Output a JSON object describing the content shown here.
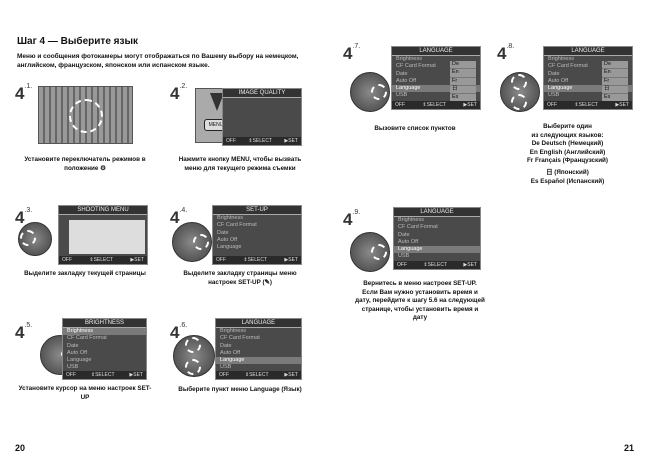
{
  "heading": "Шаг 4 — Выберите язык",
  "intro": "Меню и сообщения фотокамеры могут отображаться по Вашему выбору на немецком, английском, французском, японском или испанском языке.",
  "steps": {
    "s1": {
      "num": "4",
      "sub": ".1.",
      "caption": "Установите переключатель режимов в положение ⚙"
    },
    "s2": {
      "num": "4",
      "sub": ".2.",
      "caption": "Нажмите кнопку MENU, чтобы вызвать меню для текущего режима съемки",
      "button": "MENU",
      "screen_title": "IMAGE QUALITY"
    },
    "s3": {
      "num": "4",
      "sub": ".3.",
      "caption": "Выделите закладку текущей страницы",
      "screen_title": "SHOOTING MENU"
    },
    "s4": {
      "num": "4",
      "sub": ".4.",
      "caption": "Выделите закладку страницы меню настроек SET-UP (✎)",
      "screen_title": "SET-UP",
      "items": [
        "Brightness",
        "CF Card Format",
        "Date",
        "Auto Off",
        "Language",
        "USB"
      ]
    },
    "s5": {
      "num": "4",
      "sub": ".5.",
      "caption": "Установите курсор на меню настроек SET-UP",
      "screen_title": "BRIGHTNESS",
      "items": [
        "Brightness",
        "CF Card Format",
        "Date",
        "Auto Off",
        "Language",
        "USB"
      ]
    },
    "s6": {
      "num": "4",
      "sub": ".6.",
      "caption": "Выберите пункт меню Language (Язык)",
      "screen_title": "LANGUAGE",
      "items": [
        "Brightness",
        "CF Card Format",
        "Date",
        "Auto Off",
        "Language",
        "USB"
      ]
    },
    "s7": {
      "num": "4",
      "sub": ".7.",
      "caption": "Вызовите список пунктов",
      "screen_title": "LANGUAGE",
      "items": [
        "Brightness",
        "CF Card Format",
        "Date",
        "Auto Off",
        "Language",
        "USB"
      ],
      "options": [
        "De",
        "En",
        "Fr",
        "日",
        "Es"
      ]
    },
    "s8": {
      "num": "4",
      "sub": ".8.",
      "caption_lines": [
        "Выберите один",
        "из следующих языков:",
        "De Deutsch (Немецкий)",
        "En English (Английский)",
        "Fr Français (Французский)",
        "日 (Японский)",
        "Es Español (Испанский)"
      ],
      "screen_title": "LANGUAGE",
      "items": [
        "Brightness",
        "CF Card Format",
        "Date",
        "Auto Off",
        "Language",
        "USB"
      ],
      "options": [
        "De",
        "En",
        "Fr",
        "日",
        "Es"
      ]
    },
    "s9": {
      "num": "4",
      "sub": ".9.",
      "caption": "Вернитесь в меню настроек SET-UP. Если Вам нужно установить время и дату, перейдите к шагу 5.6 на следующей странице, чтобы установить время и дату",
      "screen_title": "LANGUAGE",
      "items": [
        "Brightness",
        "CF Card Format",
        "Date",
        "Auto Off",
        "Language",
        "USB"
      ]
    }
  },
  "footer": {
    "off": "OFF",
    "select": "⇕SELECT",
    "set": "▶SET"
  },
  "pages": {
    "left": "20",
    "right": "21"
  }
}
